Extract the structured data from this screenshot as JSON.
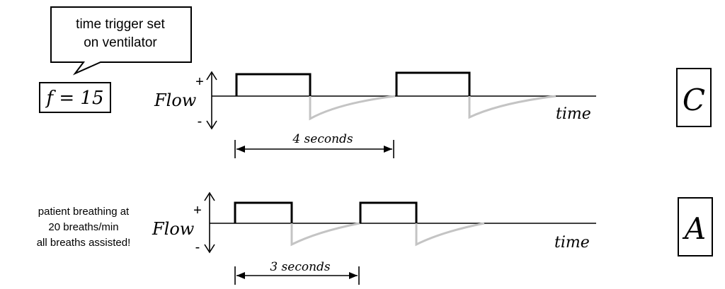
{
  "callout": {
    "line1": "time trigger set",
    "line2": "on ventilator"
  },
  "rate_box": {
    "label": "f = 15"
  },
  "patient_note": {
    "line1": "patient breathing at",
    "line2": "20 breaths/min",
    "line3": "all breaths assisted!"
  },
  "panels": [
    {
      "mode_label": "C",
      "axis_label": "Flow",
      "plus": "+",
      "minus": "-",
      "time_label": "time",
      "interval_label": "4 seconds"
    },
    {
      "mode_label": "A",
      "axis_label": "Flow",
      "plus": "+",
      "minus": "-",
      "time_label": "time",
      "interval_label": "3 seconds"
    }
  ],
  "colors": {
    "inspiratory": "#000000",
    "expiratory": "#c4c4c4"
  }
}
